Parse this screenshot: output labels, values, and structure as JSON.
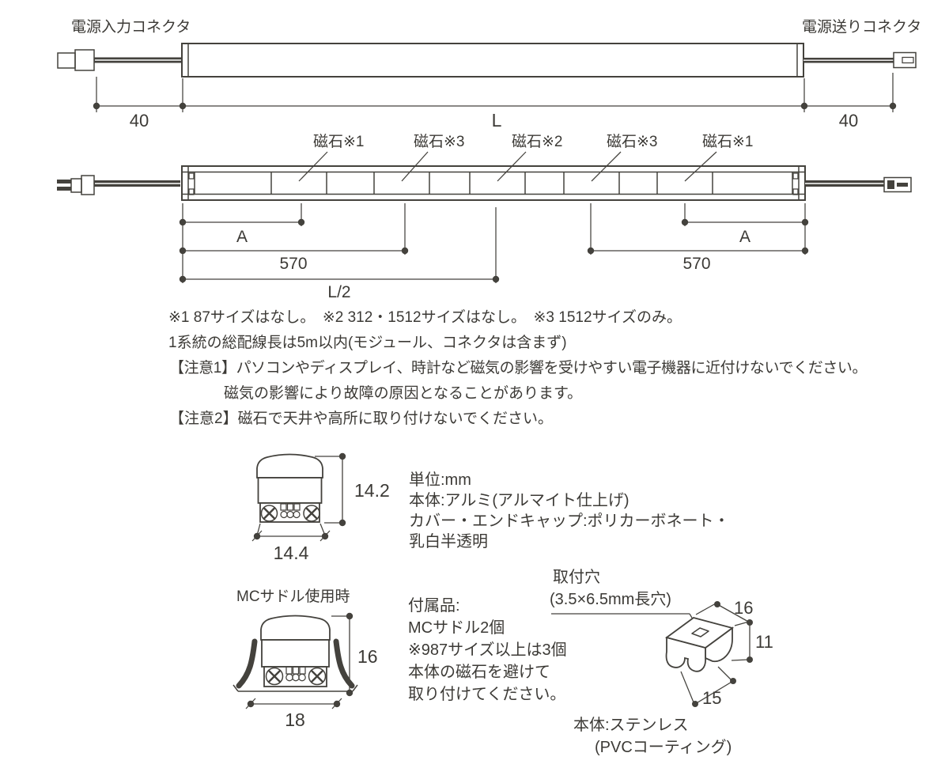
{
  "top_view": {
    "connector_in_label": "電源入力コネクタ",
    "connector_out_label": "電源送りコネクタ",
    "dim_40_left": "40",
    "dim_length": "L",
    "dim_40_right": "40"
  },
  "magnet_view": {
    "magnet_labels": [
      "磁石※1",
      "磁石※3",
      "磁石※2",
      "磁石※3",
      "磁石※1"
    ],
    "dim_a_left": "A",
    "dim_570_left": "570",
    "dim_half_length": "L/2",
    "dim_570_right": "570",
    "dim_a_right": "A"
  },
  "notes": {
    "size_note": "※1 87サイズはなし。　※2 312・1512サイズはなし。　※3 1512サイズのみ。",
    "wiring_note": "1系統の総配線長は5m以内(モジュール、コネクタは含まず)",
    "caution1_line1": "【注意1】パソコンやディスプレイ、時計など磁気の影響を受けやすい電子機器に近付けないでください。",
    "caution1_line2": "磁気の影響により故障の原因となることがあります。",
    "caution2": "【注意2】磁石で天井や高所に取り付けないでください。"
  },
  "cross_section": {
    "dim_height": "14.2",
    "dim_width": "14.4",
    "spec_lines": [
      "単位:mm",
      "本体:アルミ(アルマイト仕上げ)",
      "カバー・エンドキャップ:ポリカーボネート・",
      "乳白半透明"
    ]
  },
  "saddle_view": {
    "title": "MCサドル使用時",
    "dim_height": "16",
    "dim_width": "18",
    "accessory_lines": [
      "付属品:",
      "MCサドル2個",
      "※987サイズ以上は3個",
      "本体の磁石を避けて",
      "取り付けてください。"
    ]
  },
  "saddle_part": {
    "hole_label_line1": "取付穴",
    "hole_label_line2": "(3.5×6.5mm長穴)",
    "dim_depth": "16",
    "dim_height": "11",
    "dim_width": "15",
    "material_line1": "本体:ステンレス",
    "material_line2": "(PVCコーティング)"
  },
  "colors": {
    "line": "#44423d",
    "text": "#3c3a36",
    "background": "#ffffff"
  }
}
